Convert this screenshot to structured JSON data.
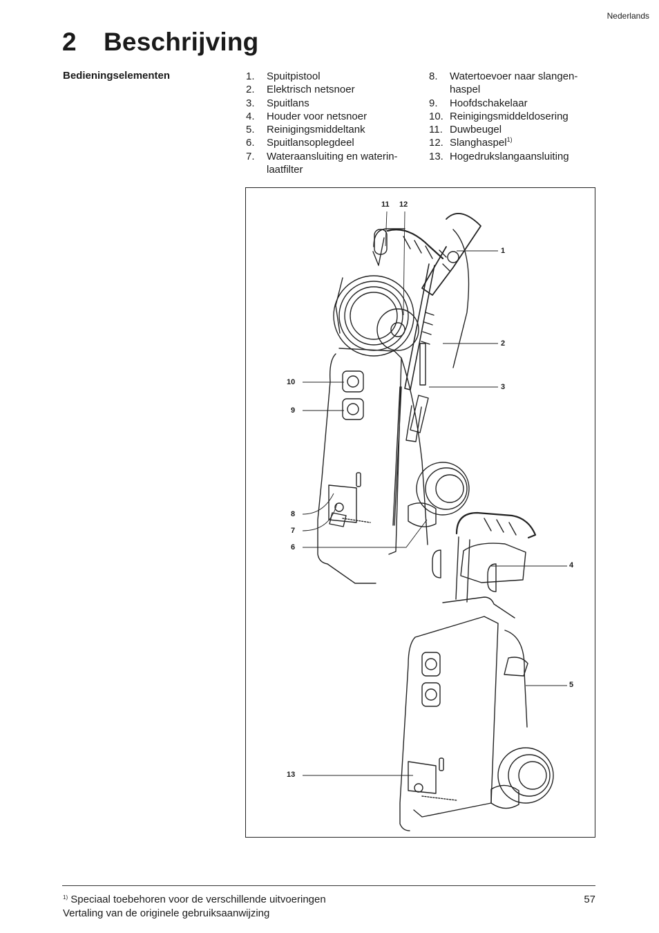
{
  "header": {
    "language": "Nederlands"
  },
  "chapter": {
    "number": "2",
    "title": "Beschrijving"
  },
  "section": {
    "label": "Bedieningselementen"
  },
  "parts_col1": [
    {
      "n": "1.",
      "text": "Spuitpistool"
    },
    {
      "n": "2.",
      "text": "Elektrisch netsnoer"
    },
    {
      "n": "3.",
      "text": "Spuitlans"
    },
    {
      "n": "4.",
      "text": "Houder voor netsnoer"
    },
    {
      "n": "5.",
      "text": "Reinigingsmiddeltank"
    },
    {
      "n": "6.",
      "text": "Spuitlansoplegdeel"
    },
    {
      "n": "7.",
      "text": "Wateraansluiting en waterin-laatfilter"
    }
  ],
  "parts_col2": [
    {
      "n": "8.",
      "text": "Watertoevoer naar slangen-haspel"
    },
    {
      "n": "9.",
      "text": "Hoofdschakelaar"
    },
    {
      "n": "10.",
      "text": "Reinigingsmiddeldosering"
    },
    {
      "n": "11.",
      "text": "Duwbeugel"
    },
    {
      "n": "12.",
      "text": "Slanghaspel",
      "sup": "1)"
    },
    {
      "n": "13.",
      "text": "Hogedrukslangaansluiting"
    }
  ],
  "figure": {
    "callouts": [
      "11",
      "12",
      "1",
      "2",
      "3",
      "10",
      "9",
      "8",
      "7",
      "6",
      "4",
      "5",
      "13"
    ]
  },
  "footer": {
    "footnote_mark": "1)",
    "footnote_text": "Speciaal toebehoren voor de verschillende uitvoeringen",
    "subtitle": "Vertaling van de originele gebruiksaanwijzing",
    "page_number": "57"
  }
}
